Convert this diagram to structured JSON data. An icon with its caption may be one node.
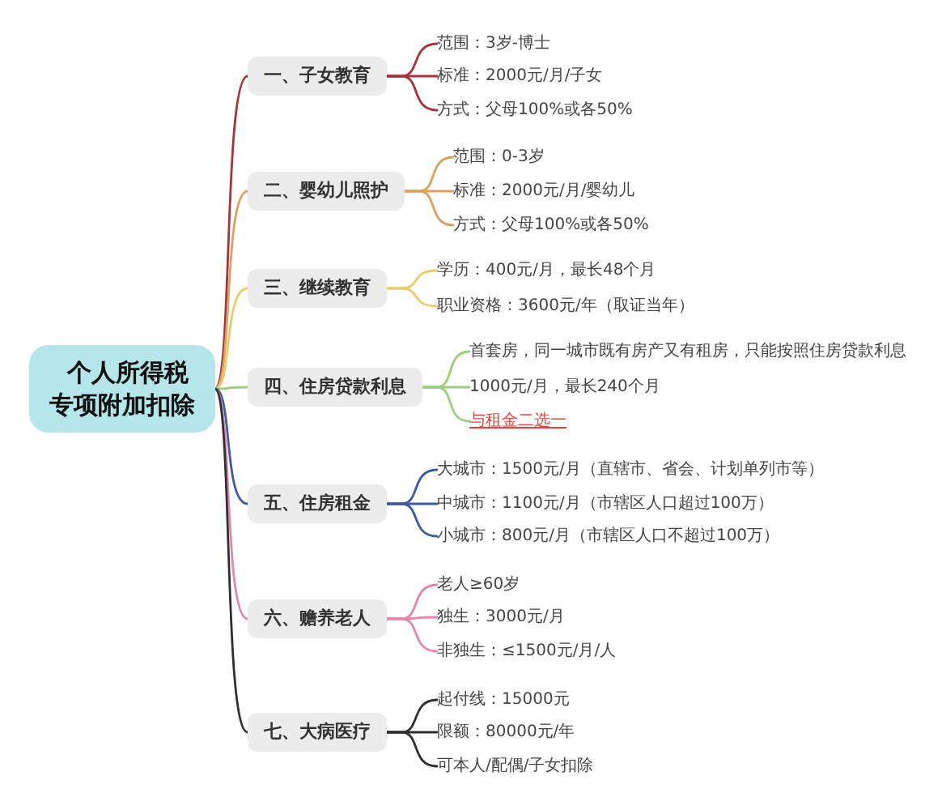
{
  "diagram": {
    "nodes": [
      {
        "text": [
          "个人所得税专项附加扣除"
        ]
      },
      {
        "text": [
          "一、子女教育"
        ]
      },
      {
        "text": [
          "范围：3岁-博士"
        ]
      },
      {
        "text": [
          "标准：2000元/月/子女"
        ]
      },
      {
        "text": [
          "方式：父母100%或各50%"
        ]
      },
      {
        "text": [
          "二、婴幼儿照护"
        ]
      },
      {
        "text": [
          "范围：0-3岁"
        ]
      },
      {
        "text": [
          "标准：2000元/月/婴幼儿"
        ]
      },
      {
        "text": [
          "方式：父母100%或各50%"
        ]
      },
      {
        "text": [
          "三、继续教育"
        ]
      },
      {
        "text": [
          "学历：400元/月，最长48个月"
        ]
      },
      {
        "text": [
          "职业资格：3600元/年（取证当年）"
        ]
      },
      {
        "text": [
          "四、住房贷款利息"
        ]
      },
      {
        "text": [
          "首套房，同一城市既有房产又有租房，只能按照住房贷款利息"
        ]
      },
      {
        "text": [
          "1000元/月，最长240个月"
        ]
      },
      {
        "text": [
          "与租金二选一"
        ]
      },
      {
        "text": [
          "五、住房租金"
        ]
      },
      {
        "text": [
          "大城市：1500元/月（直辖市、省会、计划单列市等）"
        ]
      },
      {
        "text": [
          "中城市：1100元/月（市辖区人口超过100万）"
        ]
      },
      {
        "text": [
          "小城市：800元/月（市辖区人口不超过100万）"
        ]
      },
      {
        "text": [
          "六、赡养老人"
        ]
      },
      {
        "text": [
          "老人≥60岁"
        ]
      },
      {
        "text": [
          "独生：3000元/月"
        ]
      },
      {
        "text": [
          "非独生：≤1500元/月/人"
        ]
      },
      {
        "text": [
          "七、大病医疗"
        ]
      },
      {
        "text": [
          "起付线：15000元"
        ]
      },
      {
        "text": [
          "限额：80000元/年"
        ]
      },
      {
        "text": [
          "可本人/配偶/子女扣除"
        ]
      }
    ],
    "edges": [
      {
        "from": 0,
        "to": 1,
        "arrow": "none",
        "color": "#a8323a"
      },
      {
        "from": 1,
        "to": 2,
        "arrow": "none",
        "color": "#a8323a"
      },
      {
        "from": 1,
        "to": 3,
        "arrow": "none",
        "color": "#a8323a"
      },
      {
        "from": 1,
        "to": 4,
        "arrow": "none",
        "color": "#a8323a"
      },
      {
        "from": 0,
        "to": 5,
        "arrow": "none",
        "color": "#dda15e"
      },
      {
        "from": 5,
        "to": 6,
        "arrow": "none",
        "color": "#dda15e"
      },
      {
        "from": 5,
        "to": 7,
        "arrow": "none",
        "color": "#dda15e"
      },
      {
        "from": 5,
        "to": 8,
        "arrow": "none",
        "color": "#dda15e"
      },
      {
        "from": 0,
        "to": 9,
        "arrow": "none",
        "color": "#e6cd6a"
      },
      {
        "from": 9,
        "to": 10,
        "arrow": "none",
        "color": "#e6cd6a"
      },
      {
        "from": 9,
        "to": 11,
        "arrow": "none",
        "color": "#e6cd6a"
      },
      {
        "from": 0,
        "to": 12,
        "arrow": "none",
        "color": "#98cf78"
      },
      {
        "from": 12,
        "to": 13,
        "arrow": "none",
        "color": "#98cf78"
      },
      {
        "from": 12,
        "to": 14,
        "arrow": "none",
        "color": "#98cf78"
      },
      {
        "from": 12,
        "to": 15,
        "arrow": "none",
        "color": "#98cf78"
      },
      {
        "from": 0,
        "to": 16,
        "arrow": "none",
        "color": "#3d5aa6"
      },
      {
        "from": 16,
        "to": 17,
        "arrow": "none",
        "color": "#3d5aa6"
      },
      {
        "from": 16,
        "to": 18,
        "arrow": "none",
        "color": "#3d5aa6"
      },
      {
        "from": 16,
        "to": 19,
        "arrow": "none",
        "color": "#3d5aa6"
      },
      {
        "from": 0,
        "to": 20,
        "arrow": "none",
        "color": "#e584ad"
      },
      {
        "from": 20,
        "to": 21,
        "arrow": "none",
        "color": "#e584ad"
      },
      {
        "from": 20,
        "to": 22,
        "arrow": "none",
        "color": "#e584ad"
      },
      {
        "from": 20,
        "to": 23,
        "arrow": "none",
        "color": "#e584ad"
      },
      {
        "from": 0,
        "to": 24,
        "arrow": "none",
        "color": "#2f2f2f"
      },
      {
        "from": 24,
        "to": 25,
        "arrow": "none",
        "color": "#2f2f2f"
      },
      {
        "from": 24,
        "to": 26,
        "arrow": "none",
        "color": "#2f2f2f"
      },
      {
        "from": 24,
        "to": 27,
        "arrow": "none",
        "color": "#2f2f2f"
      }
    ]
  }
}
